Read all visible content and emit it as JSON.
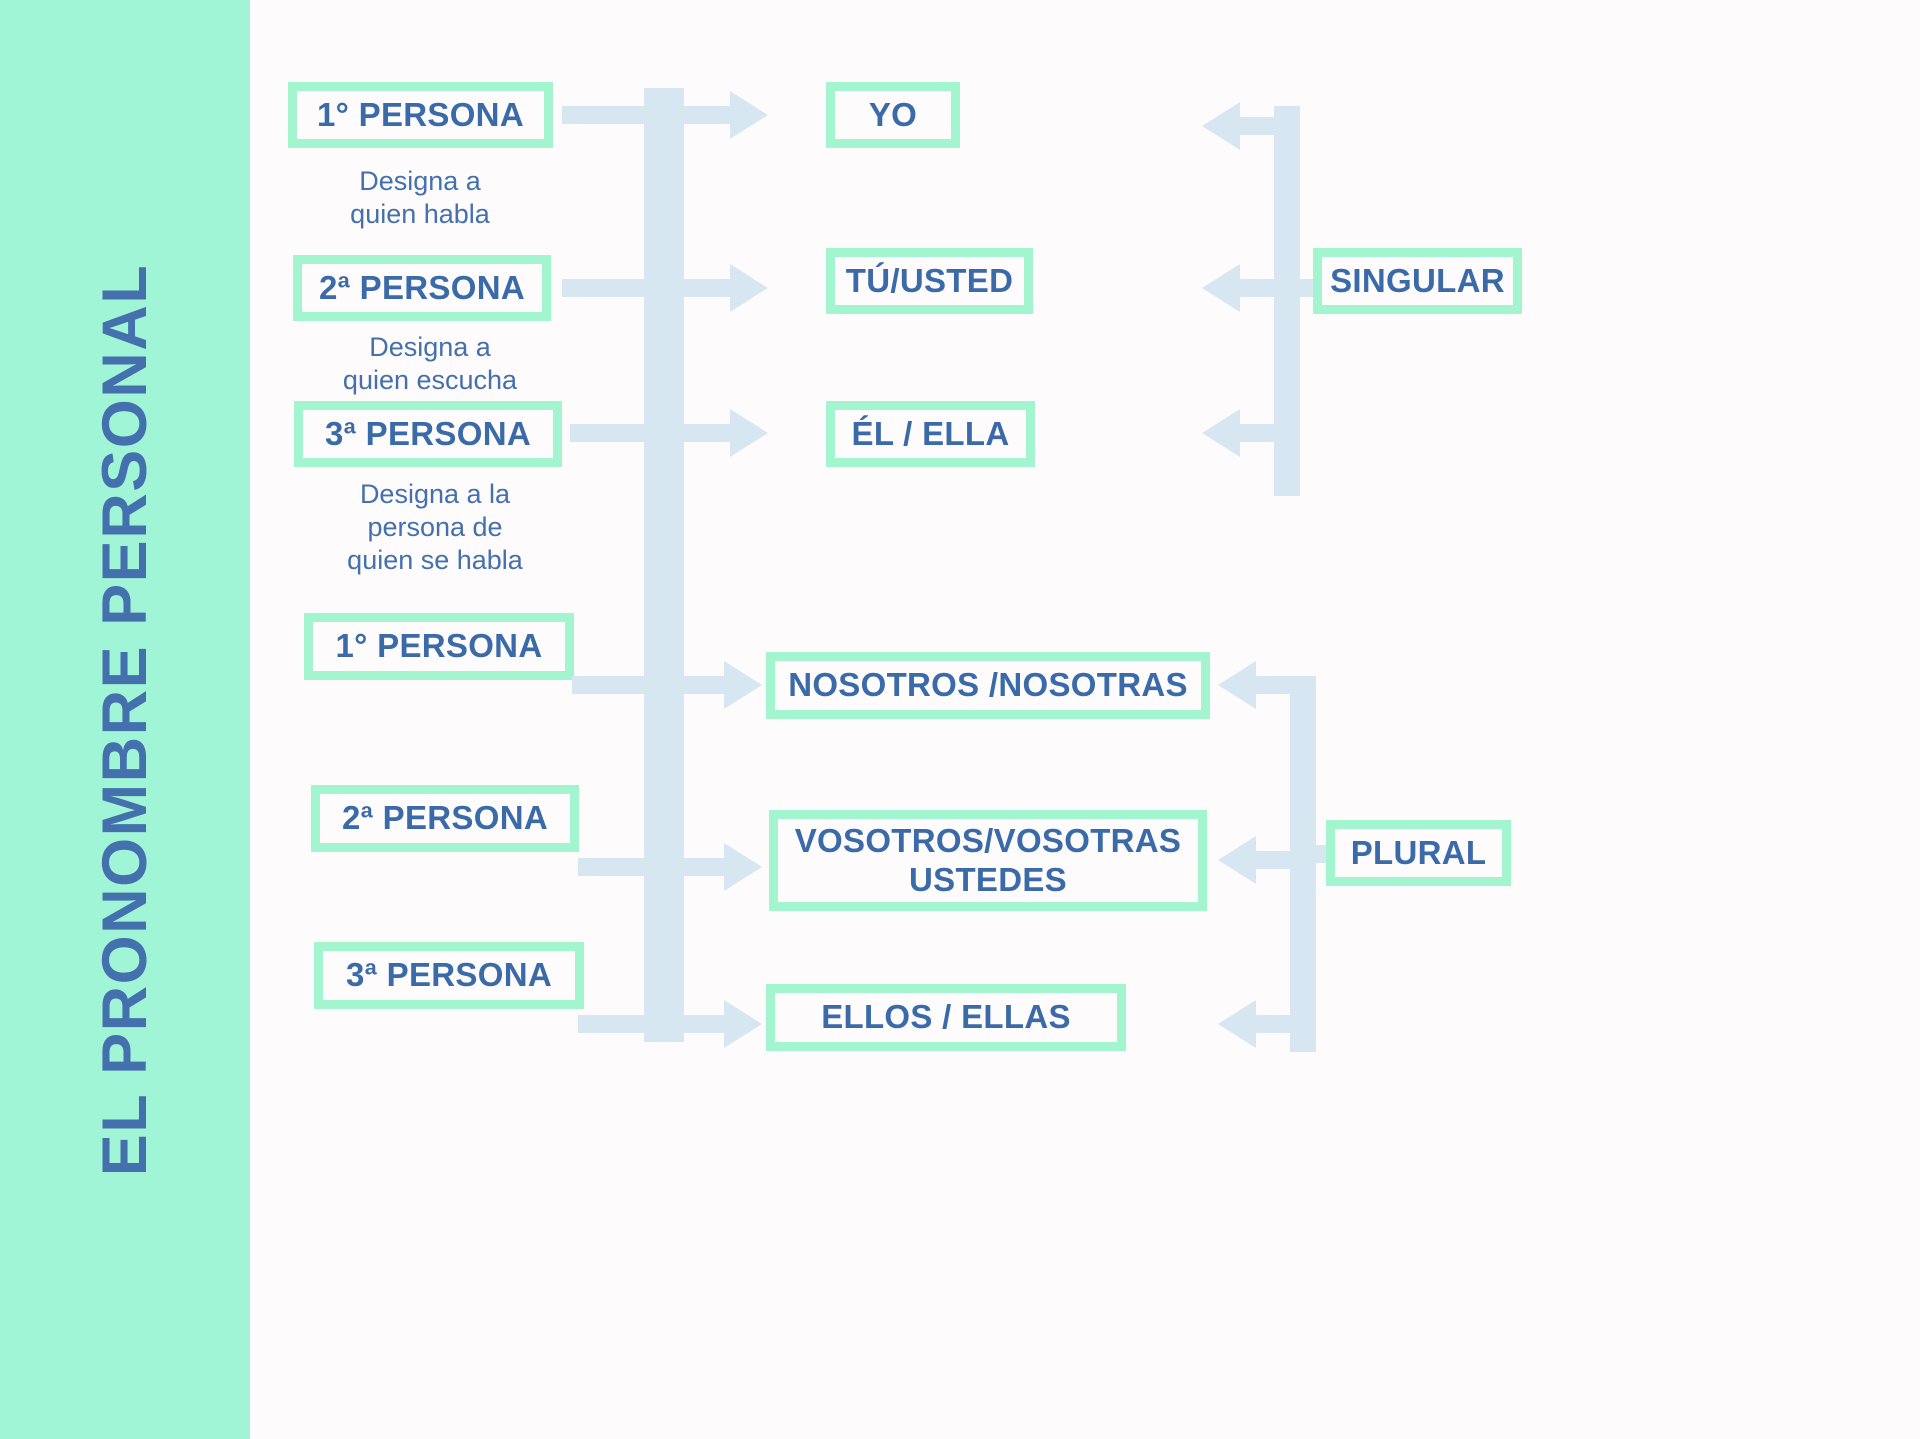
{
  "title": "EL PRONOMBRE PERSONAL",
  "colors": {
    "band_background": "#9FF5D5",
    "box_border_green": "#A3F5D0",
    "text_blue": "#3A6AA8",
    "title_blue": "#4470AD",
    "connector_blue": "#D6E7F2",
    "page_background": "#FDFBFC"
  },
  "singular": {
    "group_label": "SINGULAR",
    "rows": [
      {
        "person": "1° PERSONA",
        "note": "Designa a\nquien habla",
        "pronoun": "YO"
      },
      {
        "person": "2ª PERSONA",
        "note": "Designa a\nquien escucha",
        "pronoun": "TÚ/USTED"
      },
      {
        "person": "3ª PERSONA",
        "note": "Designa a la\npersona de\nquien se habla",
        "pronoun": "ÉL / ELLA"
      }
    ]
  },
  "plural": {
    "group_label": "PLURAL",
    "rows": [
      {
        "person": "1° PERSONA",
        "pronoun": "NOSOTROS /NOSOTRAS"
      },
      {
        "person": "2ª PERSONA",
        "pronoun": "VOSOTROS/VOSOTRAS\nUSTEDES"
      },
      {
        "person": "3ª PERSONA",
        "pronoun": "ELLOS / ELLAS"
      }
    ]
  }
}
